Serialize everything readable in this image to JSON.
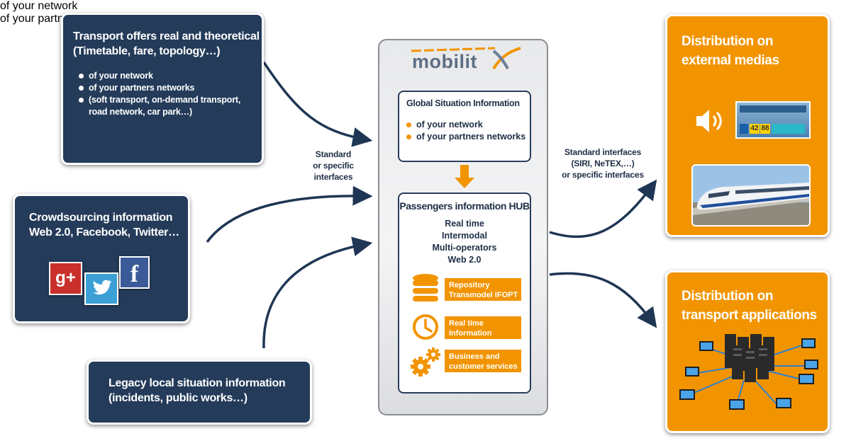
{
  "transport_box": {
    "title_line1": "Transport offers real and theoretical",
    "title_line2": "(Timetable, fare, topology…)",
    "bullets": [
      "of your network",
      "of your partners networks",
      "(soft transport, on-demand transport,",
      "road network, car park…)"
    ]
  },
  "crowdsourcing_box": {
    "title_line1": "Crowdsourcing information",
    "title_line2": "Web 2.0, Facebook, Twitter…",
    "icons": [
      "google-plus-icon",
      "twitter-icon",
      "facebook-icon"
    ],
    "gplus_label": "g+",
    "facebook_label": "f"
  },
  "legacy_box": {
    "title_line1": "Legacy local situation information",
    "title_line2": "(incidents, public works…)"
  },
  "left_interfaces_label": [
    "Standard",
    "or specific",
    "interfaces"
  ],
  "right_interfaces_label": [
    "Standard interfaces",
    "(SIRI, NeTEX,…)",
    "or specific interfaces"
  ],
  "hub": {
    "logo_text": "mobilit",
    "global_situation": {
      "title": "Global Situation Information",
      "bullets": [
        "of your network",
        "of your partners networks"
      ]
    },
    "passengers_hub": {
      "title": "Passengers information HUB",
      "lines": [
        "Real time",
        "Intermodal",
        "Multi-operators",
        "Web 2.0"
      ],
      "features": [
        {
          "label_line1": "Repository",
          "label_line2": "Transmodel IFOPT",
          "icon": "database-icon"
        },
        {
          "label_line1": "Real time",
          "label_line2": "Information",
          "icon": "clock-icon"
        },
        {
          "label_line1": "Business and",
          "label_line2": "customer services",
          "icon": "gears-icon"
        }
      ]
    }
  },
  "external_medias_box": {
    "title_line1": "Distribution on",
    "title_line2": "external medias",
    "bullet1": "of your network",
    "bullet2": "of your partners networks",
    "display_numbers": [
      "42",
      "88"
    ]
  },
  "transport_apps_box": {
    "title_line1": "Distribution on",
    "title_line2": "transport applications"
  },
  "colors": {
    "navy": "#243b5a",
    "orange": "#f29400",
    "arrow": "#1f3654",
    "hub_border": "#283e5c"
  }
}
